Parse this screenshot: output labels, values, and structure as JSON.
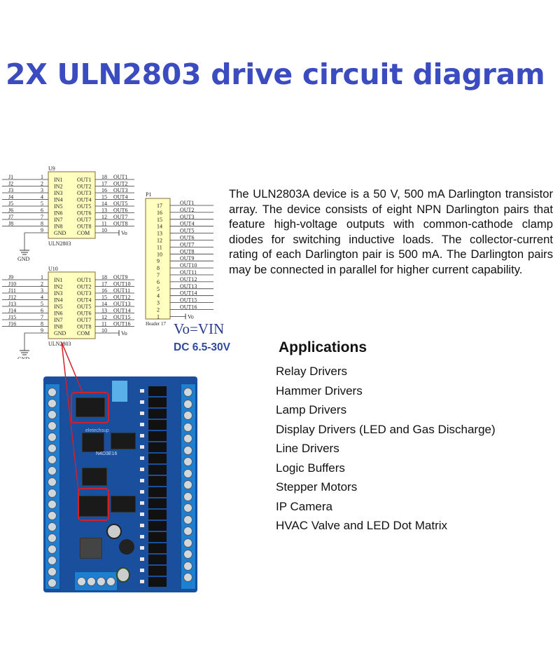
{
  "title": "2X ULN2803 drive circuit diagram",
  "description": "The ULN2803A device is a 50 V, 500 mA Darlington transistor array. The device consists of eight NPN Darlington pairs that feature high-voltage outputs with common-cathode clamp diodes for switching inductive loads. The collector-current rating of each Darlington pair is 500 mA. The Darlington pairs may be connected in parallel for higher current capability.",
  "vo_label": "Vo=VIN",
  "dc_label": "DC 6.5-30V",
  "applications": {
    "heading": "Applications",
    "items": [
      "Relay Drivers",
      "Hammer Drivers",
      "Lamp Drivers",
      "Display Drivers (LED and Gas Discharge)",
      "Line Drivers",
      "Logic Buffers",
      "Stepper Motors",
      "IP Camera",
      "HVAC Valve and LED Dot Matrix"
    ]
  },
  "schematic": {
    "chips": [
      {
        "ref": "U9",
        "part": "ULN2803",
        "inputs": [
          "J1",
          "J2",
          "J3",
          "J4",
          "J5",
          "J6",
          "J7",
          "J8"
        ],
        "outputs": [
          "OUT1",
          "OUT2",
          "OUT3",
          "OUT4",
          "OUT5",
          "OUT6",
          "OUT7",
          "OUT8"
        ]
      },
      {
        "ref": "U10",
        "part": "ULN2803",
        "inputs": [
          "J9",
          "J10",
          "J11",
          "J12",
          "J13",
          "J14",
          "J15",
          "J16"
        ],
        "outputs": [
          "OUT9",
          "OUT10",
          "OUT11",
          "OUT12",
          "OUT13",
          "OUT14",
          "OUT15",
          "OUT16"
        ]
      }
    ],
    "pin_in": [
      "IN1",
      "IN2",
      "IN3",
      "IN4",
      "IN5",
      "IN6",
      "IN7",
      "IN8"
    ],
    "pin_out": [
      "OUT1",
      "OUT2",
      "OUT3",
      "OUT4",
      "OUT5",
      "OUT6",
      "OUT7",
      "OUT8"
    ],
    "gnd_pin": "GND",
    "com_pin": "COM",
    "gnd_label": "GND",
    "vo": "Vo",
    "header": {
      "ref": "P1",
      "part": "Header 17",
      "nets": [
        "OUT1",
        "OUT2",
        "OUT3",
        "OUT4",
        "OUT5",
        "OUT6",
        "OUT7",
        "OUT8",
        "OUT9",
        "OUT10",
        "OUT11",
        "OUT12",
        "OUT13",
        "OUT14",
        "OUT15",
        "OUT16",
        "Vo"
      ]
    }
  },
  "board": {
    "brand": "eletechsup",
    "model": "N4D3E16"
  },
  "colors": {
    "title": "#3b4cc0",
    "highlight": "#d0202a",
    "board": "#1a4f9e"
  }
}
